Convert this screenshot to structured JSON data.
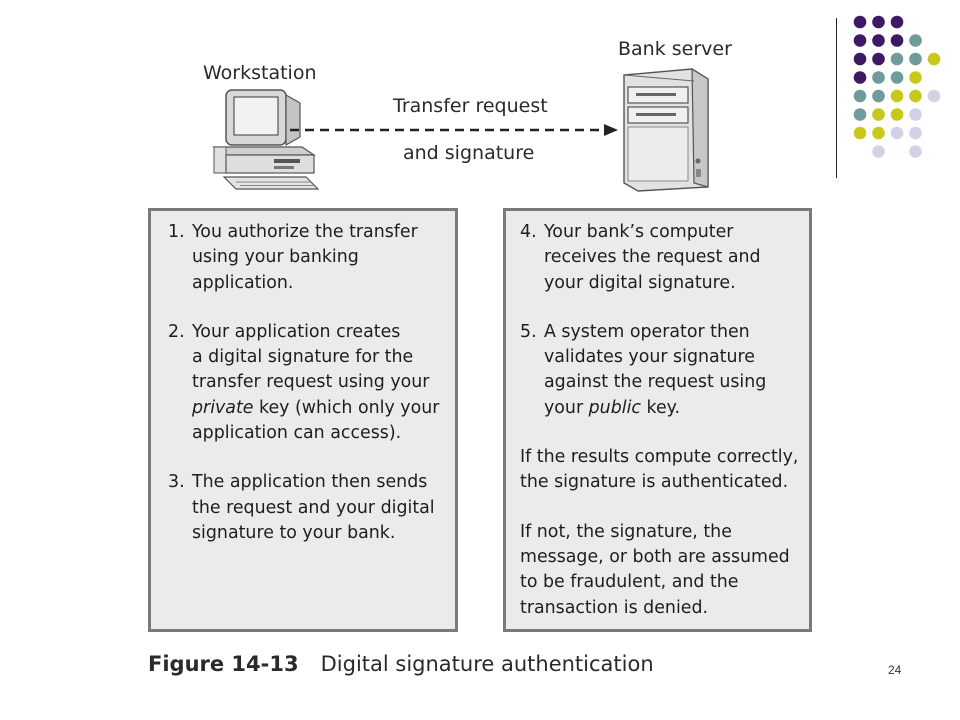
{
  "diagram": {
    "workstation_label": "Workstation",
    "server_label": "Bank server",
    "arrow_label_top": "Transfer request",
    "arrow_label_bottom": "and signature",
    "left_box": {
      "items": [
        {
          "num": "1.",
          "lines": [
            "You authorize the transfer",
            "using your banking",
            "application."
          ]
        },
        {
          "num": "2.",
          "lines": [
            "Your application creates",
            "a digital signature for the",
            "transfer request using your"
          ],
          "line4_italic": "private",
          "line4_rest": " key (which only your",
          "line5": "application can access)."
        },
        {
          "num": "3.",
          "lines": [
            "The application then sends",
            "the request and your digital",
            "signature to your bank."
          ]
        }
      ]
    },
    "right_box": {
      "items": [
        {
          "num": "4.",
          "lines": [
            "Your bank’s computer",
            "receives the request and",
            "your digital signature."
          ]
        },
        {
          "num": "5.",
          "lines": [
            "A system operator then",
            "validates your signature",
            "against the request using"
          ],
          "line4_pre": "your ",
          "line4_italic": "public",
          "line4_rest": " key."
        }
      ],
      "para1": [
        "If the results compute correctly,",
        "the signature is authenticated."
      ],
      "para2": [
        "If not, the signature, the",
        "message, or both are assumed",
        "to be fraudulent, and the",
        "transaction is denied."
      ]
    }
  },
  "caption": {
    "figure_label": "Figure 14-13",
    "text": "Digital signature authentication"
  },
  "page_number": "24",
  "colors": {
    "purple": "#3d1a64",
    "teal": "#6f9c9a",
    "lime": "#c8c81c",
    "lavender": "#d2d2e6"
  },
  "dot_grid": [
    [
      "purple",
      "purple",
      "purple",
      "",
      "",
      ""
    ],
    [
      "purple",
      "purple",
      "purple",
      "teal",
      "",
      ""
    ],
    [
      "purple",
      "purple",
      "teal",
      "teal",
      "lime",
      ""
    ],
    [
      "purple",
      "teal",
      "teal",
      "lime",
      "",
      ""
    ],
    [
      "teal",
      "teal",
      "lime",
      "lime",
      "lavender",
      ""
    ],
    [
      "teal",
      "lime",
      "lime",
      "lavender",
      "",
      ""
    ],
    [
      "lime",
      "lime",
      "lavender",
      "lavender",
      "",
      ""
    ],
    [
      "",
      "lavender",
      "",
      "lavender",
      "",
      ""
    ]
  ]
}
